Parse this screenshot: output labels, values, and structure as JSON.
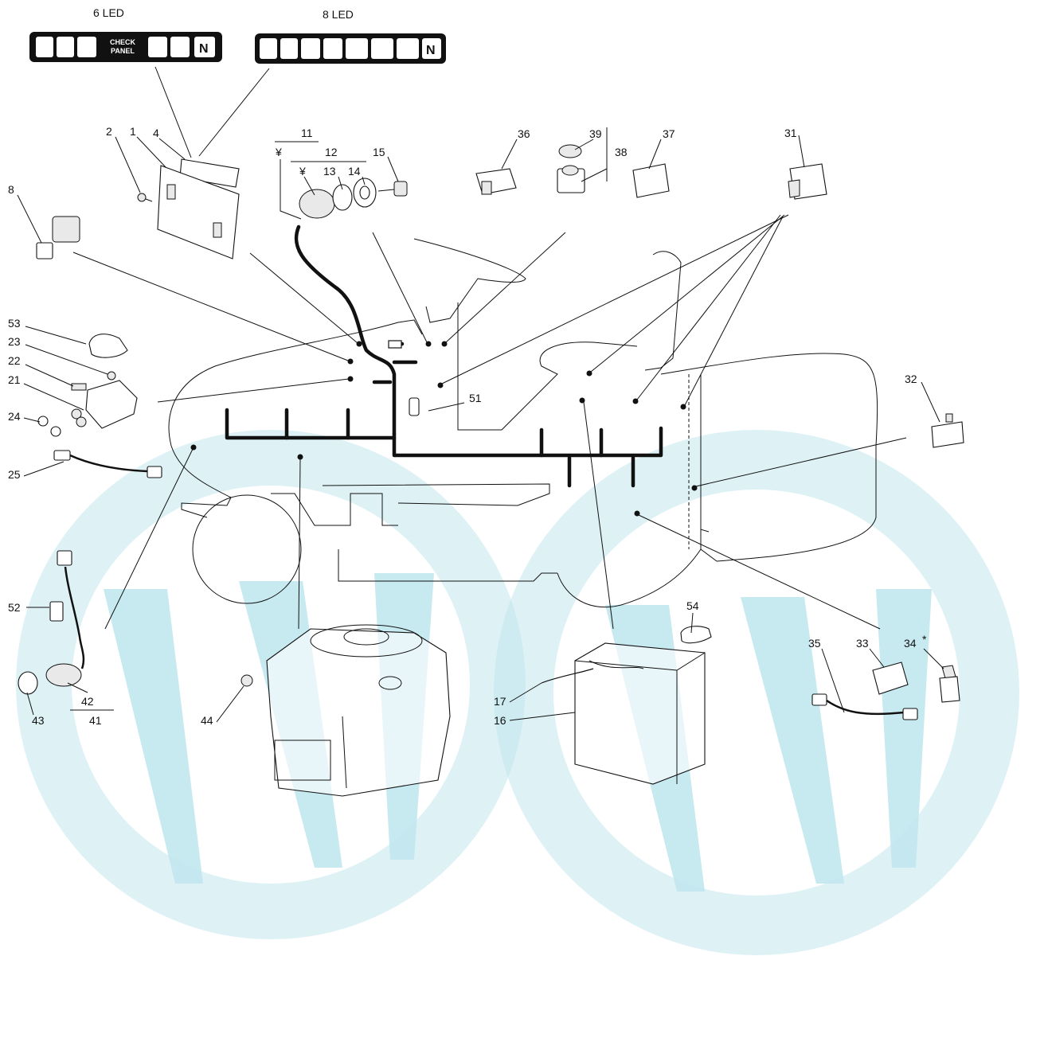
{
  "led_panels": {
    "six": {
      "label": "6 LED",
      "panel_text_1": "CHECK",
      "panel_text_2": "PANEL",
      "letter": "N"
    },
    "eight": {
      "label": "8 LED",
      "letter": "N"
    }
  },
  "callouts": {
    "c1": "1",
    "c2": "2",
    "c4": "4",
    "c8": "8",
    "c11": "11",
    "c12": "12",
    "c13": "13",
    "c14": "14",
    "c15": "15",
    "c16": "16",
    "c17": "17",
    "c21": "21",
    "c22": "22",
    "c23": "23",
    "c24": "24",
    "c25": "25",
    "c31": "31",
    "c32": "32",
    "c33": "33",
    "c34": "34",
    "c35": "35",
    "c36": "36",
    "c37": "37",
    "c38": "38",
    "c39": "39",
    "c41": "41",
    "c42": "42",
    "c43": "43",
    "c44": "44",
    "c51": "51",
    "c52": "52",
    "c53": "53",
    "c54": "54"
  },
  "symbols": {
    "yen_a": "¥",
    "yen_b": "¥",
    "asterisk": "*"
  },
  "colors": {
    "watermark": "#bfe6ee",
    "ink": "#111111",
    "background": "#ffffff"
  }
}
